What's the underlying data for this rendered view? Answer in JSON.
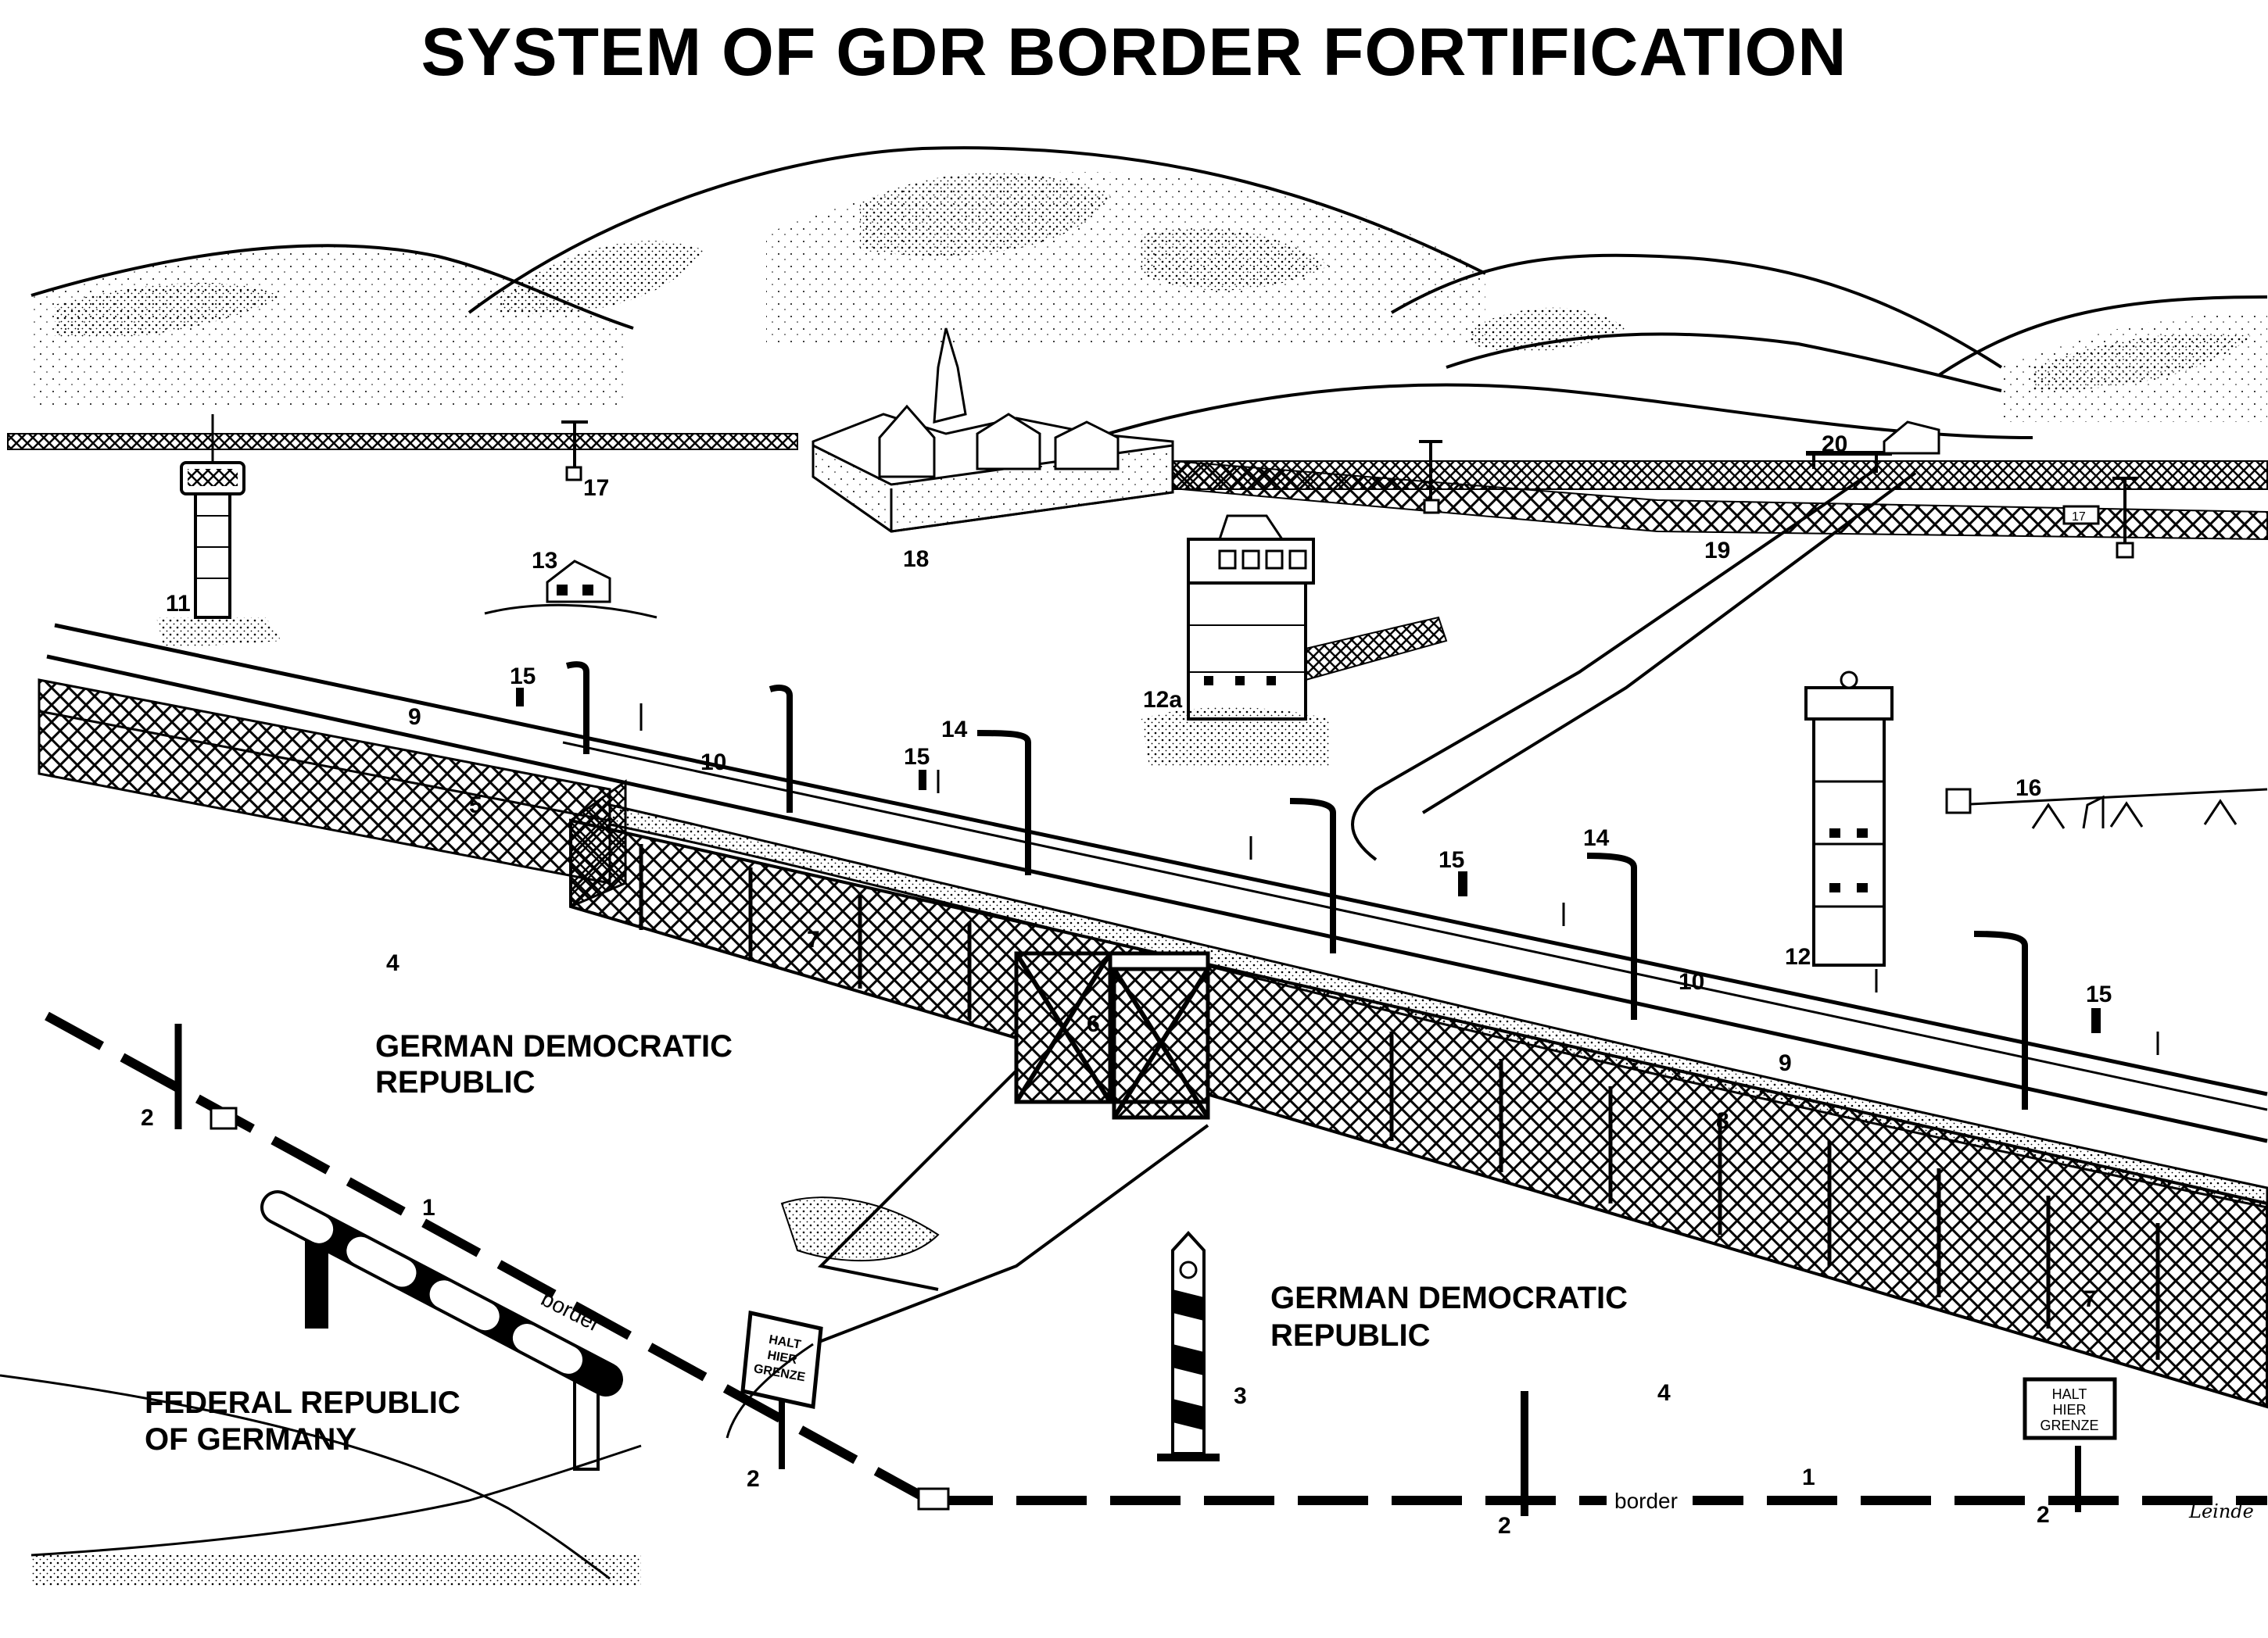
{
  "title": "SYSTEM OF GDR BORDER FORTIFICATION",
  "regions": {
    "gdr_upper_line1": "GERMAN DEMOCRATIC",
    "gdr_upper_line2": "REPUBLIC",
    "gdr_lower_line1": "GERMAN DEMOCRATIC",
    "gdr_lower_line2": "REPUBLIC",
    "frg_line1": "FEDERAL REPUBLIC",
    "frg_line2": "OF GERMANY"
  },
  "border_word": "border",
  "signs": {
    "left": [
      "HALT",
      "HIER",
      "GRENZE"
    ],
    "right": [
      "HALT",
      "HIER",
      "GRENZE"
    ]
  },
  "sign_17_label": "17",
  "artist_signature": "Leinde",
  "labels": {
    "l1a": "1",
    "l1b": "1",
    "l2a": "2",
    "l2b": "2",
    "l2c": "2",
    "l2d": "2",
    "l3": "3",
    "l4a": "4",
    "l4b": "4",
    "l5": "5",
    "l6": "6",
    "l7a": "7",
    "l7b": "7",
    "l8": "8",
    "l9a": "9",
    "l9b": "9",
    "l10a": "10",
    "l10b": "10",
    "l11": "11",
    "l12": "12",
    "l12a": "12a",
    "l13": "13",
    "l14a": "14",
    "l14b": "14",
    "l15a": "15",
    "l15b": "15",
    "l15c": "15",
    "l15d": "15",
    "l16": "16",
    "l17": "17",
    "l18": "18",
    "l19": "19",
    "l20": "20"
  }
}
